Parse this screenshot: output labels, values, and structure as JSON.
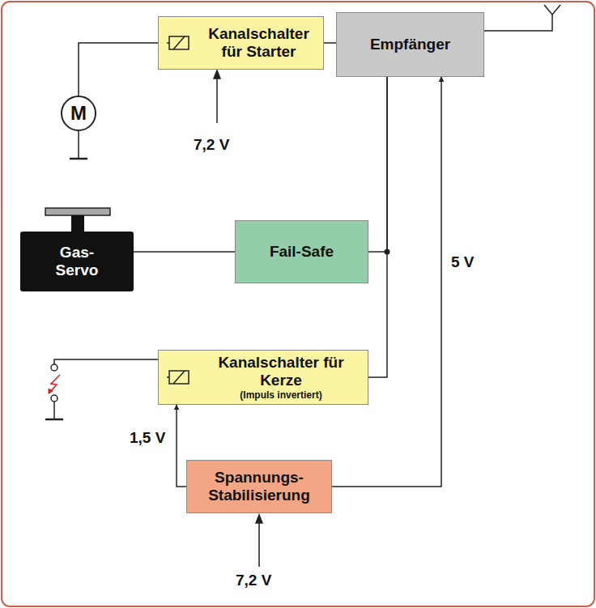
{
  "diagram": {
    "nodes": [
      {
        "text": [
          "Kanalschalter für Starter"
        ]
      },
      {
        "text": [
          "Empfänger"
        ]
      },
      {
        "text": [
          "M"
        ]
      },
      {
        "text": [
          "Gas- Servo"
        ]
      },
      {
        "text": [
          "Fail-Safe"
        ]
      },
      {
        "text": [
          "Kanalschalter für Kerze",
          "(Impuls invertiert)"
        ]
      },
      {
        "text": [
          "Spannungs- Stabilisierung"
        ]
      }
    ],
    "edges": [
      {
        "from": 1,
        "to": 0,
        "arrow": "none"
      },
      {
        "from": 0,
        "to": 2,
        "arrow": "none"
      },
      {
        "from": 1,
        "to": 4,
        "arrow": "none"
      },
      {
        "from": 1,
        "to": 5,
        "arrow": "none"
      },
      {
        "from": 4,
        "to": 3,
        "arrow": "none"
      },
      {
        "from": 6,
        "to": 1,
        "label": "5 V",
        "arrow": "to"
      },
      {
        "from": 6,
        "to": 5,
        "label": "1,5 V",
        "arrow": "to"
      }
    ],
    "labels": [
      "7,2 V",
      "7,2 V"
    ]
  }
}
